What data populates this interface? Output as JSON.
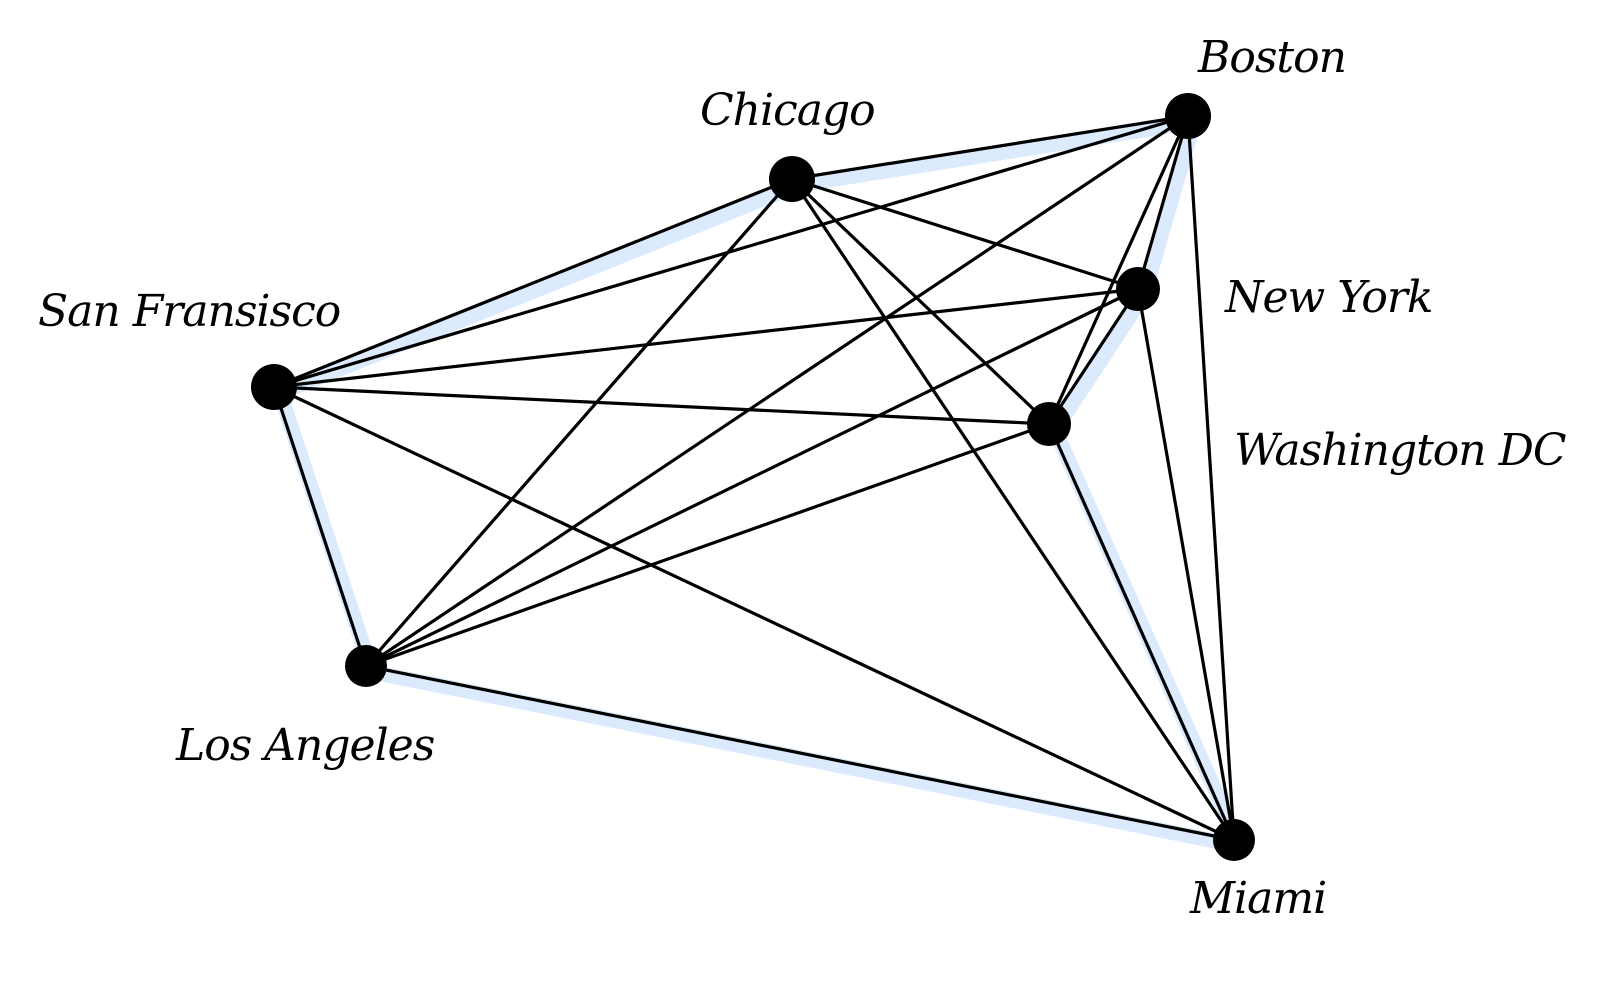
{
  "diagram": {
    "type": "complete-graph",
    "colors": {
      "edge": "#000000",
      "node": "#000000",
      "highlight": "#dbeafd"
    },
    "nodes": [
      {
        "id": "boston",
        "label": "Boston"
      },
      {
        "id": "chicago",
        "label": "Chicago"
      },
      {
        "id": "san_francisco",
        "label": "San Fransisco"
      },
      {
        "id": "new_york",
        "label": "New York"
      },
      {
        "id": "washington_dc",
        "label": "Washington DC"
      },
      {
        "id": "los_angeles",
        "label": "Los Angeles"
      },
      {
        "id": "miami",
        "label": "Miami"
      }
    ],
    "edges": [
      [
        "boston",
        "chicago"
      ],
      [
        "boston",
        "san_francisco"
      ],
      [
        "boston",
        "new_york"
      ],
      [
        "boston",
        "washington_dc"
      ],
      [
        "boston",
        "los_angeles"
      ],
      [
        "boston",
        "miami"
      ],
      [
        "chicago",
        "san_francisco"
      ],
      [
        "chicago",
        "new_york"
      ],
      [
        "chicago",
        "washington_dc"
      ],
      [
        "chicago",
        "los_angeles"
      ],
      [
        "chicago",
        "miami"
      ],
      [
        "san_francisco",
        "new_york"
      ],
      [
        "san_francisco",
        "washington_dc"
      ],
      [
        "san_francisco",
        "los_angeles"
      ],
      [
        "san_francisco",
        "miami"
      ],
      [
        "new_york",
        "washington_dc"
      ],
      [
        "new_york",
        "los_angeles"
      ],
      [
        "new_york",
        "miami"
      ],
      [
        "washington_dc",
        "los_angeles"
      ],
      [
        "washington_dc",
        "miami"
      ],
      [
        "los_angeles",
        "miami"
      ]
    ],
    "highlighted_tour": [
      "san_francisco",
      "chicago",
      "boston",
      "new_york",
      "washington_dc",
      "miami",
      "los_angeles",
      "san_francisco"
    ]
  }
}
